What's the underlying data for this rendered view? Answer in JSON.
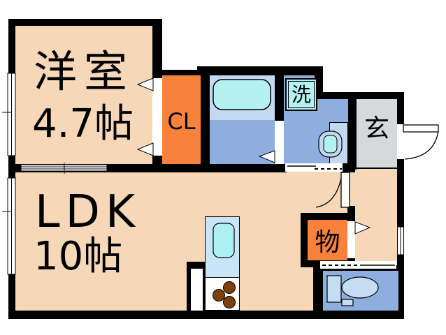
{
  "floorplan": {
    "rooms": {
      "western": {
        "label": "洋室",
        "size": "4.7帖"
      },
      "ldk": {
        "label": "LDK",
        "size": "10帖"
      },
      "closet": {
        "label": "CL"
      },
      "laundry": {
        "label": "洗"
      },
      "entrance": {
        "label": "玄"
      },
      "storage": {
        "label": "物"
      }
    },
    "colors": {
      "floor": "#F6D8B8",
      "closet_storage": "#F8823C",
      "bath_upper": "#C3D9F0",
      "wet_area_blue": "#8DAEDF",
      "fixture_cyan": "#B5F0F2",
      "kitchen_unit": "#C9E5F8",
      "toilet_fixture": "#C5DCF2",
      "entrance_gray": "#D6D9DC",
      "burner_brown": "#80400A",
      "wall": "#000000",
      "background": "#FFFFFF"
    }
  }
}
